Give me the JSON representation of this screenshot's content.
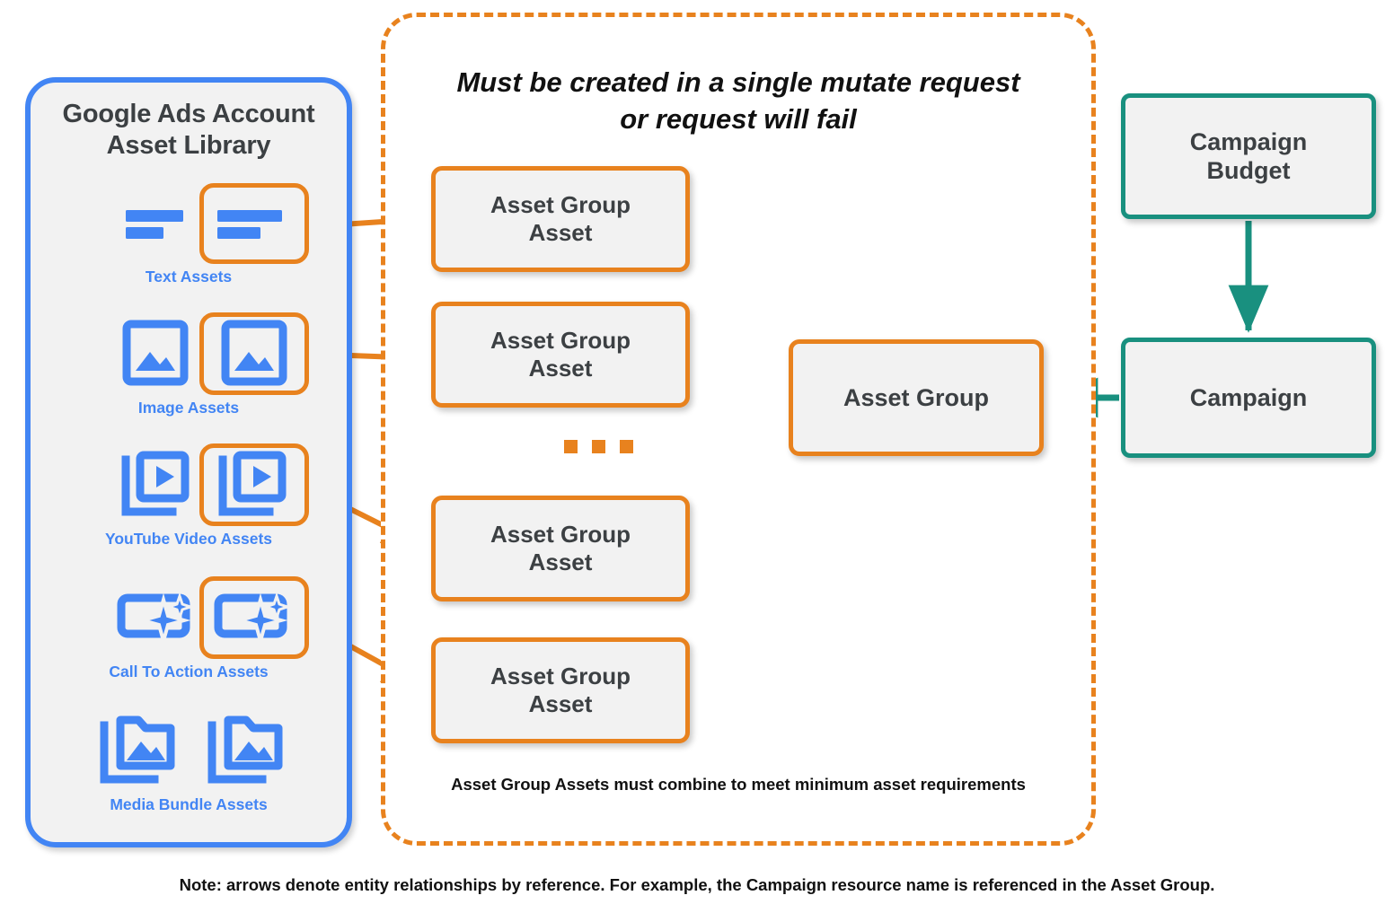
{
  "colors": {
    "orange": "#e8821e",
    "teal": "#19907f",
    "blue": "#4285f4",
    "box_fill": "#f2f2f2",
    "text_dark": "#3c4043"
  },
  "library": {
    "title_line1": "Google Ads Account",
    "title_line2": "Asset Library",
    "assets": [
      {
        "id": "text",
        "label": "Text Assets",
        "icon": "text-lines-icon"
      },
      {
        "id": "image",
        "label": "Image Assets",
        "icon": "image-icon"
      },
      {
        "id": "video",
        "label": "YouTube Video  Assets",
        "icon": "video-stack-icon"
      },
      {
        "id": "cta",
        "label": "Call To Action Assets",
        "icon": "call-to-action-icon"
      },
      {
        "id": "media",
        "label": "Media Bundle  Assets",
        "icon": "media-bundle-folder-icon"
      }
    ]
  },
  "mutate_panel": {
    "title_line1": "Must be created in a single mutate request",
    "title_line2": "or request will fail",
    "footnote": "Asset Group Assets must combine to meet minimum asset requirements",
    "asset_group_assets": [
      {
        "line1": "Asset Group",
        "line2": "Asset"
      },
      {
        "line1": "Asset Group",
        "line2": "Asset"
      },
      {
        "line1": "Asset Group",
        "line2": "Asset"
      },
      {
        "line1": "Asset Group",
        "line2": "Asset"
      }
    ],
    "ellipsis": "..."
  },
  "nodes": {
    "asset_group": "Asset Group",
    "campaign_budget_line1": "Campaign",
    "campaign_budget_line2": "Budget",
    "campaign": "Campaign"
  },
  "note": "Note: arrows denote entity relationships by reference. For example, the Campaign resource name is referenced in the Asset Group."
}
